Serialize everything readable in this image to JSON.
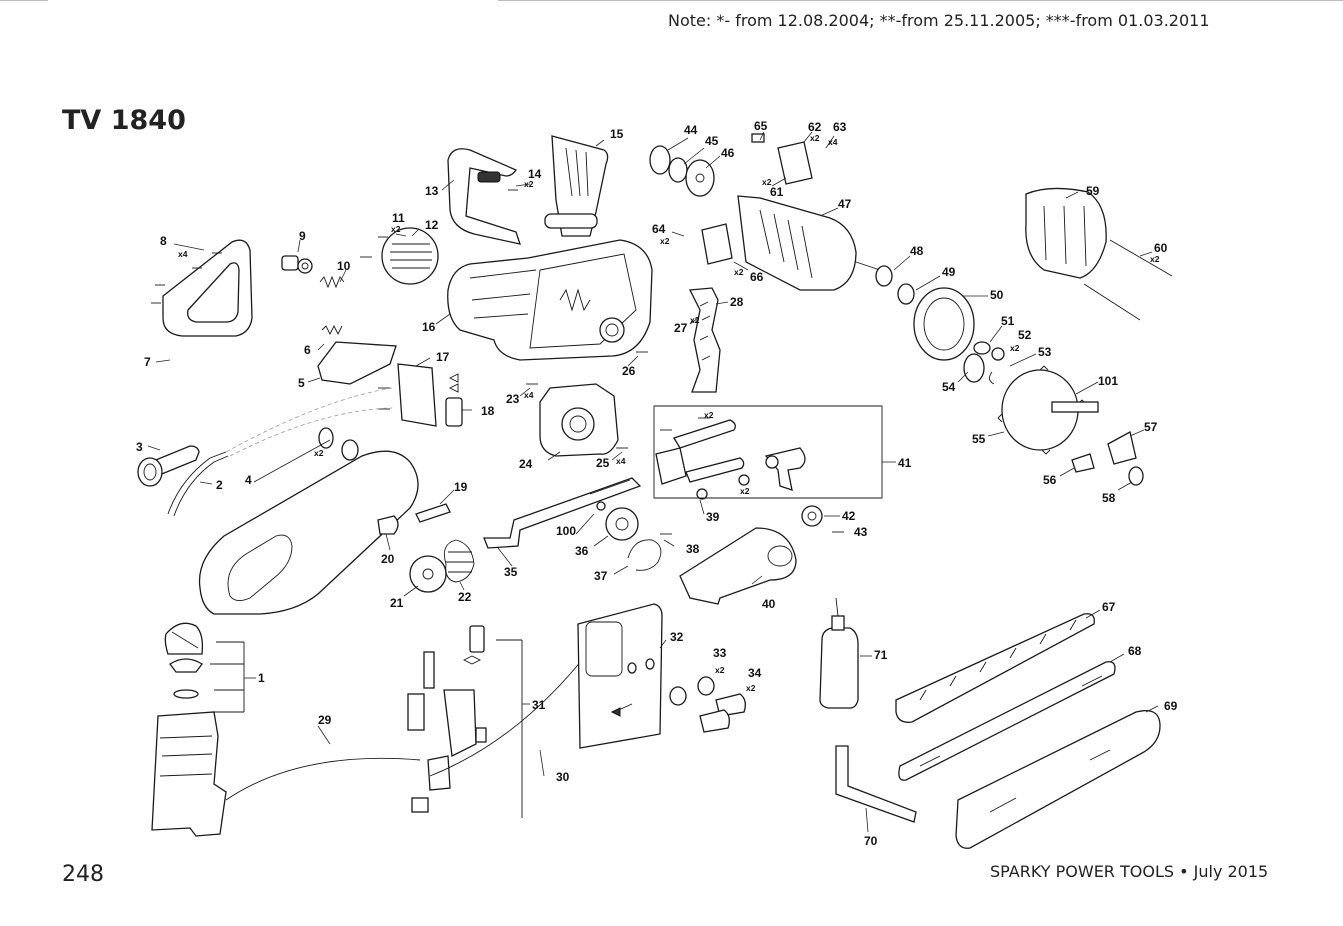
{
  "header": {
    "note": "Note: *- from 12.08.2004; **-from 25.11.2005; ***-from 01.03.2011",
    "model_title": "TV 1840"
  },
  "footer": {
    "page_number": "248",
    "brand_date": "SPARKY POWER TOOLS • July 2015"
  },
  "part_labels": {
    "p1": "1",
    "p2": "2",
    "p3": "3",
    "p4": "4",
    "p5": "5",
    "p6": "6",
    "p7": "7",
    "p8": "8",
    "p9": "9",
    "p10": "10",
    "p11": "11",
    "p12": "12",
    "p13": "13",
    "p14": "14",
    "p15": "15",
    "p16": "16",
    "p17": "17",
    "p18": "18",
    "p19": "19",
    "p20": "20",
    "p21": "21",
    "p22": "22",
    "p23": "23",
    "p24": "24",
    "p25": "25",
    "p26": "26",
    "p27": "27",
    "p28": "28",
    "p29": "29",
    "p30": "30",
    "p31": "31",
    "p32": "32",
    "p33": "33",
    "p34": "34",
    "p35": "35",
    "p36": "36",
    "p37": "37",
    "p38": "38",
    "p39": "39",
    "p40": "40",
    "p41": "41",
    "p42": "42",
    "p43": "43",
    "p44": "44",
    "p45": "45",
    "p46": "46",
    "p47": "47",
    "p48": "48",
    "p49": "49",
    "p50": "50",
    "p51": "51",
    "p52": "52",
    "p53": "53",
    "p54": "54",
    "p55": "55",
    "p56": "56",
    "p57": "57",
    "p58": "58",
    "p59": "59",
    "p60": "60",
    "p61": "61",
    "p62": "62",
    "p63": "63",
    "p64": "64",
    "p65": "65",
    "p66": "66",
    "p67": "67",
    "p68": "68",
    "p69": "69",
    "p70": "70",
    "p71": "71",
    "p100": "100",
    "p101": "101"
  },
  "quantity_labels": {
    "q8": "x4",
    "q11": "x2",
    "q14": "x2",
    "q20": "x2",
    "q23": "x4",
    "q25": "x4",
    "q27": "x2",
    "q33": "x2",
    "q34": "x2",
    "q41": "x2",
    "q41b": "x2",
    "q60": "x2",
    "q61": "x2",
    "q62": "x2",
    "q63": "x4",
    "q64": "x2",
    "q66": "x2",
    "q52": "x2"
  }
}
